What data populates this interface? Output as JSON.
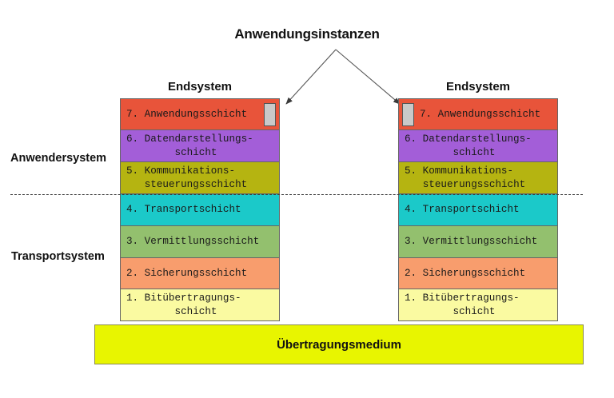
{
  "diagram": {
    "title": "Anwendungsinstanzen",
    "endsystem_label": "Endsystem",
    "side_labels": {
      "upper": "Anwendersystem",
      "lower": "Transportsystem"
    },
    "medium_label": "Übertragungsmedium",
    "colors": {
      "layer7": "#e8543a",
      "layer6": "#a35ed8",
      "layer5": "#b5b411",
      "layer4": "#1bc9c9",
      "layer3": "#93c06e",
      "layer2": "#f89d6d",
      "layer1": "#fafaa1",
      "medium": "#e8f500",
      "port": "#c9c9c9",
      "arrow": "#444444"
    },
    "layers": [
      {
        "number": "7.",
        "line1": "7. Anwendungsschicht",
        "line2": ""
      },
      {
        "number": "6.",
        "line1": "6. Datendarstellungs-",
        "line2": "schicht"
      },
      {
        "number": "5.",
        "line1": "5. Kommunikations-",
        "line2": "steuerungsschicht"
      },
      {
        "number": "4.",
        "line1": "4. Transportschicht",
        "line2": ""
      },
      {
        "number": "3.",
        "line1": "3. Vermittlungsschicht",
        "line2": ""
      },
      {
        "number": "2.",
        "line1": "2. Sicherungsschicht",
        "line2": ""
      },
      {
        "number": "1.",
        "line1": "1. Bitübertragungs-",
        "line2": "schicht"
      }
    ]
  }
}
